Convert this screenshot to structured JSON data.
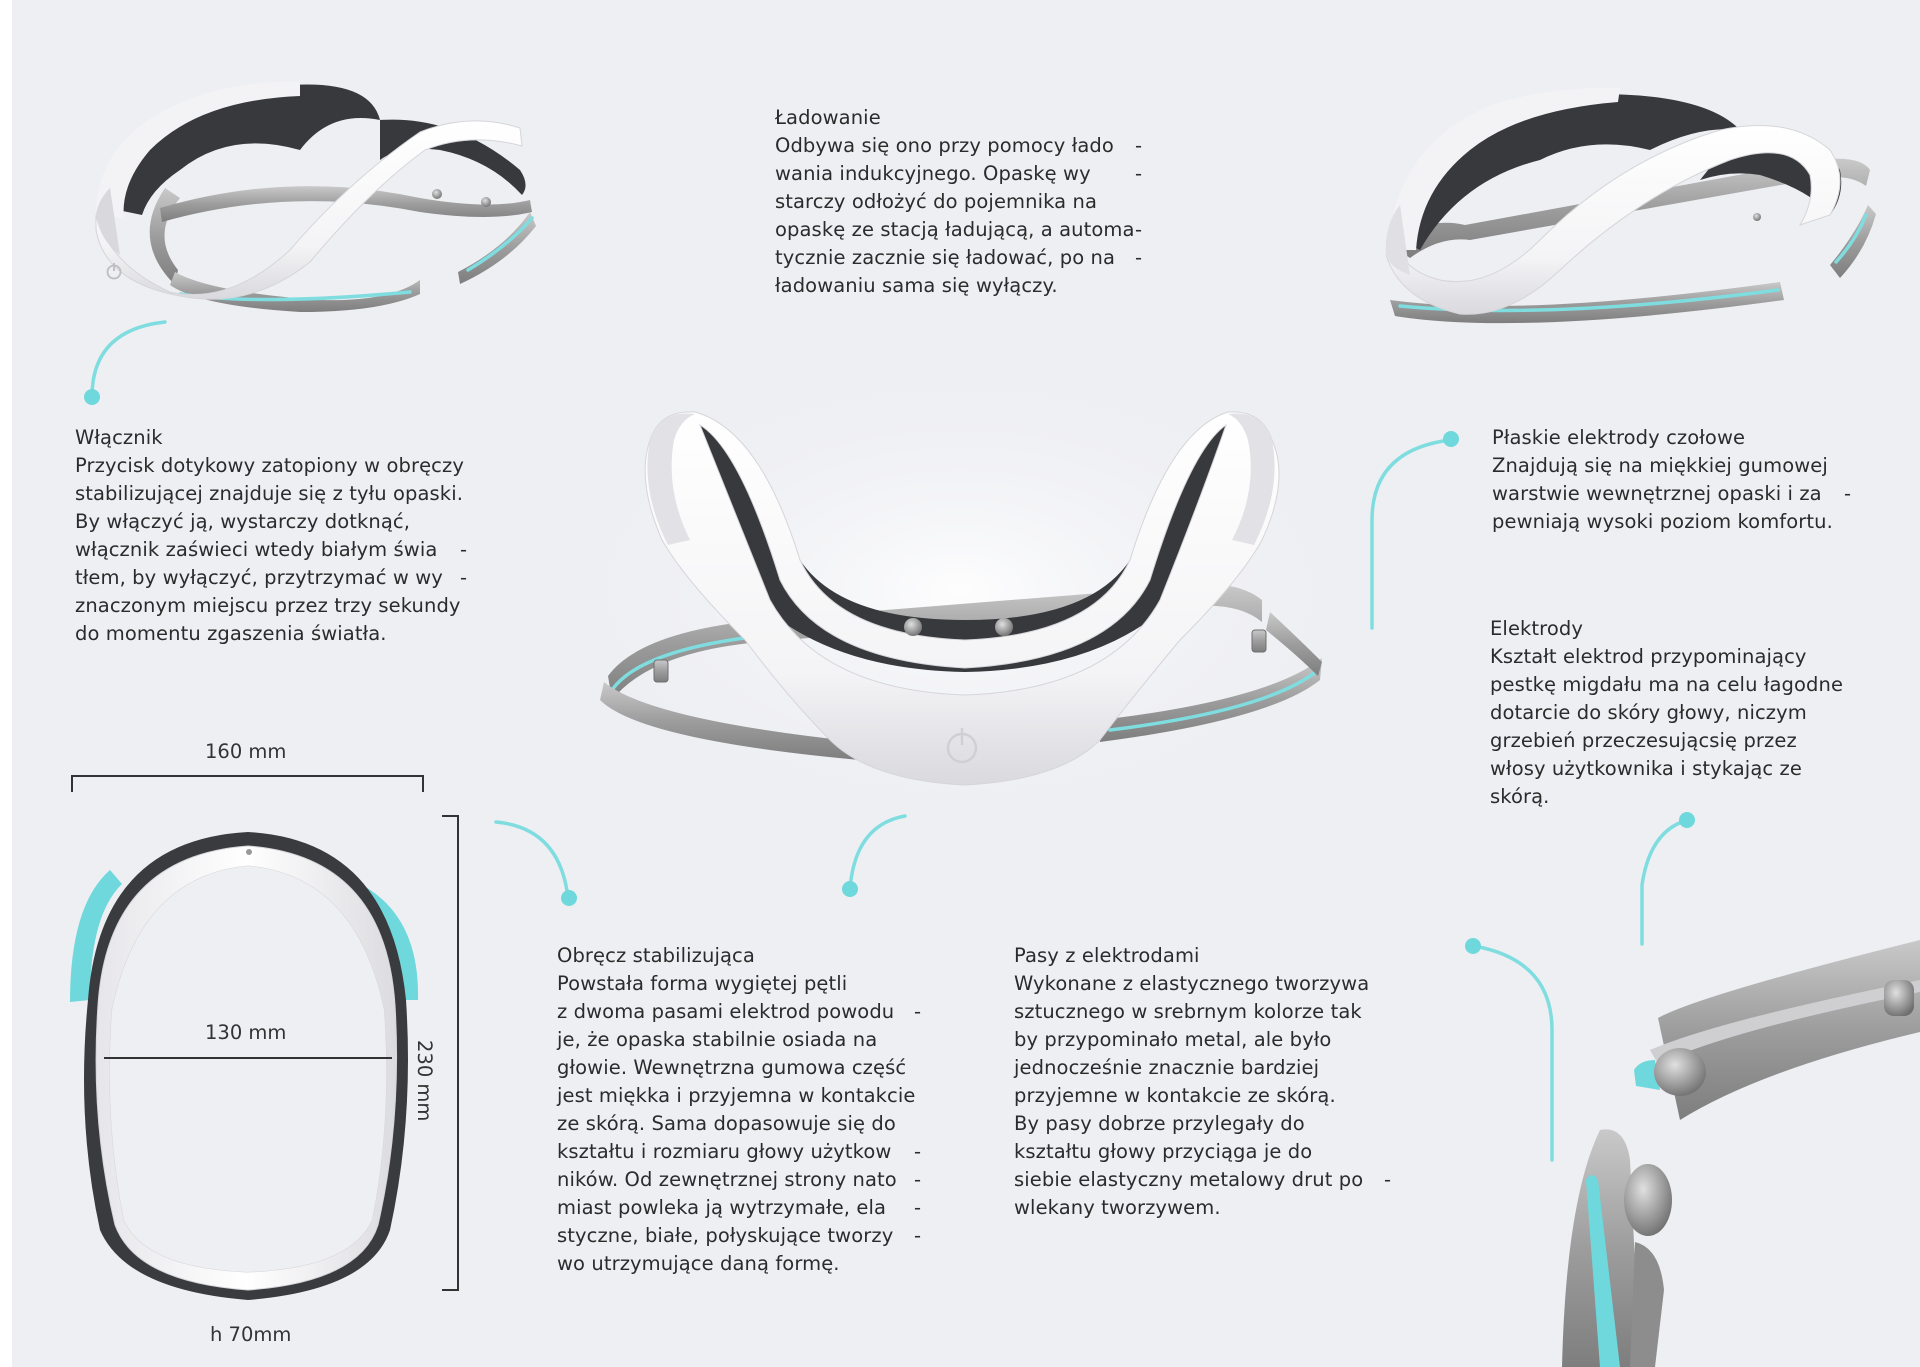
{
  "blocks": {
    "wlacznik": {
      "title": "Włącznik",
      "lines": [
        {
          "t": "Przycisk dotykowy zatopiony w obręczy",
          "h": ""
        },
        {
          "t": "stabilizującej znajduje się z tyłu opaski.",
          "h": ""
        },
        {
          "t": "By włączyć ją, wystarczy dotknąć,",
          "h": ""
        },
        {
          "t": "włącznik zaświeci wtedy białym świa",
          "h": "-"
        },
        {
          "t": "tłem, by wyłączyć, przytrzymać w wy",
          "h": "-"
        },
        {
          "t": "znaczonym miejscu przez trzy sekundy",
          "h": ""
        },
        {
          "t": "do momentu zgaszenia światła.",
          "h": ""
        }
      ]
    },
    "ladowanie": {
      "title": "Ładowanie",
      "lines": [
        {
          "t": "Odbywa się ono przy pomocy łado",
          "h": "-"
        },
        {
          "t": "wania indukcyjnego. Opaskę wy",
          "h": "-"
        },
        {
          "t": "starczy odłożyć do pojemnika na",
          "h": ""
        },
        {
          "t": "opaskę ze stacją ładującą, a automa",
          "h": "-"
        },
        {
          "t": "tycznie zacznie się ładować, po na",
          "h": "-"
        },
        {
          "t": "ładowaniu sama się wyłączy.",
          "h": ""
        }
      ]
    },
    "plaskie": {
      "title": "Płaskie elektrody czołowe",
      "lines": [
        {
          "t": "Znajdują się na miękkiej gumowej",
          "h": ""
        },
        {
          "t": "warstwie wewnętrznej opaski i za",
          "h": "-"
        },
        {
          "t": "pewniają wysoki poziom komfortu.",
          "h": ""
        }
      ]
    },
    "elektrody": {
      "title": "Elektrody",
      "lines": [
        {
          "t": "Kształt elektrod przypominający",
          "h": ""
        },
        {
          "t": "pestkę migdału ma na celu łagodne",
          "h": ""
        },
        {
          "t": "dotarcie do skóry głowy, niczym",
          "h": ""
        },
        {
          "t": "grzebień przeczesującsię przez",
          "h": ""
        },
        {
          "t": "włosy użytkownika i stykając ze",
          "h": ""
        },
        {
          "t": "skórą.",
          "h": ""
        }
      ]
    },
    "obrecz": {
      "title": "Obręcz stabilizująca",
      "lines": [
        {
          "t": "Powstała forma wygiętej pętli",
          "h": ""
        },
        {
          "t": "z dwoma pasami elektrod powodu",
          "h": "-"
        },
        {
          "t": "je, że opaska stabilnie osiada na",
          "h": ""
        },
        {
          "t": "głowie. Wewnętrzna gumowa część",
          "h": ""
        },
        {
          "t": "jest miękka i przyjemna w kontakcie",
          "h": ""
        },
        {
          "t": "ze skórą. Sama dopasowuje się do",
          "h": ""
        },
        {
          "t": "kształtu i rozmiaru głowy użytkow",
          "h": "-"
        },
        {
          "t": "ników. Od zewnętrznej strony nato",
          "h": "-"
        },
        {
          "t": "miast powleka ją wytrzymałe, ela",
          "h": "-"
        },
        {
          "t": "styczne, białe, połyskujące tworzy",
          "h": "-"
        },
        {
          "t": "wo utrzymujące daną formę.",
          "h": ""
        }
      ]
    },
    "pasy": {
      "title": "Pasy z elektrodami",
      "lines": [
        {
          "t": "Wykonane z elastycznego tworzywa",
          "h": ""
        },
        {
          "t": "sztucznego w srebrnym kolorze tak",
          "h": ""
        },
        {
          "t": "by przypominało metal, ale było",
          "h": ""
        },
        {
          "t": "jednocześnie znacznie bardziej",
          "h": ""
        },
        {
          "t": "przyjemne w kontakcie ze skórą.",
          "h": ""
        },
        {
          "t": "By pasy dobrze przylegały do",
          "h": ""
        },
        {
          "t": "kształtu głowy przyciąga je do",
          "h": ""
        },
        {
          "t": "siebie elastyczny metalowy drut po",
          "h": "-"
        },
        {
          "t": "wlekany tworzywem.",
          "h": ""
        }
      ]
    }
  },
  "dimensions": {
    "width": "160 mm",
    "inner_width": "130 mm",
    "length": "230 mm",
    "height": "h 70mm"
  },
  "colors": {
    "background": "#eeeff3",
    "accent": "#7fdde0",
    "shell": "#ffffff",
    "rubber": "#3a3b3e",
    "metal": "#9a9a9a"
  },
  "icons": [
    "power-icon"
  ]
}
